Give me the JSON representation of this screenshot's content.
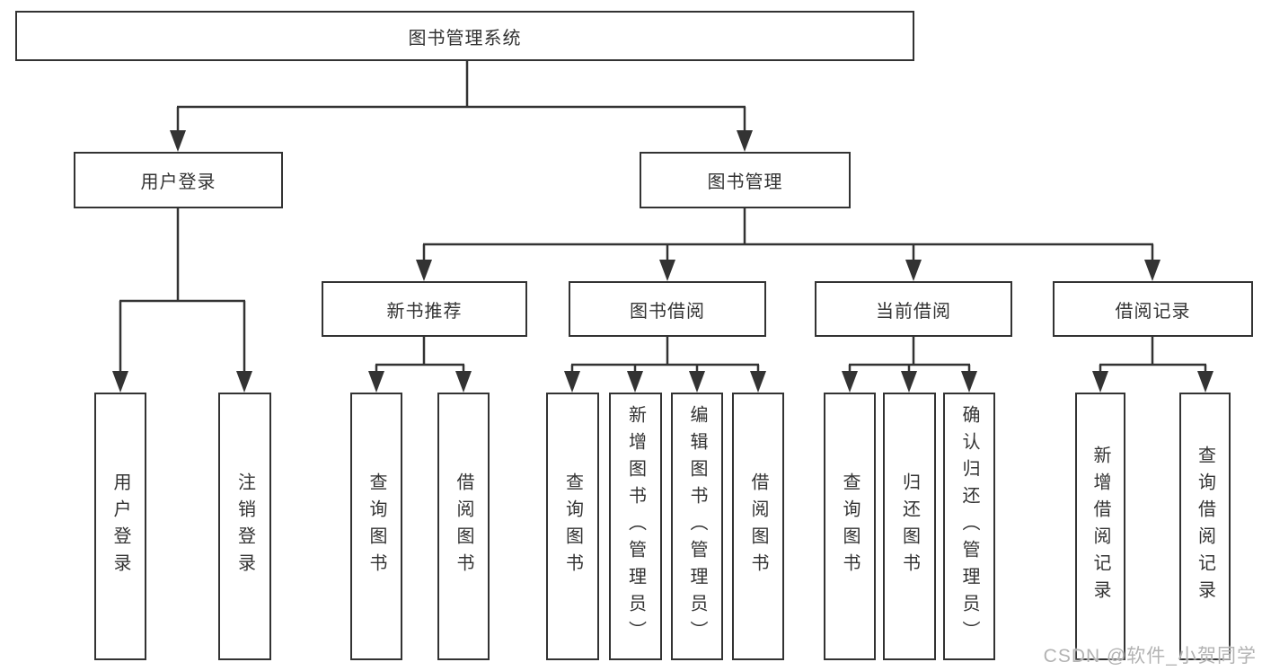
{
  "tree": {
    "root": "图书管理系统",
    "children": [
      {
        "label": "用户登录",
        "children": [
          "用户登录",
          "注销登录"
        ]
      },
      {
        "label": "图书管理",
        "children": [
          {
            "label": "新书推荐",
            "children": [
              "查询图书",
              "借阅图书"
            ]
          },
          {
            "label": "图书借阅",
            "children": [
              "查询图书",
              "新增图书（管理员）",
              "编辑图书（管理员）",
              "借阅图书"
            ]
          },
          {
            "label": "当前借阅",
            "children": [
              "查询图书",
              "归还图书",
              "确认归还（管理员）"
            ]
          },
          {
            "label": "借阅记录",
            "children": [
              "新增借阅记录",
              "查询借阅记录"
            ]
          }
        ]
      }
    ]
  },
  "watermark": "CSDN @软件_小贺同学",
  "colors": {
    "line": "#333333",
    "text": "#333333",
    "box_background": "#ffffff",
    "watermark": "#b3b3b3",
    "background": "#ffffff"
  }
}
